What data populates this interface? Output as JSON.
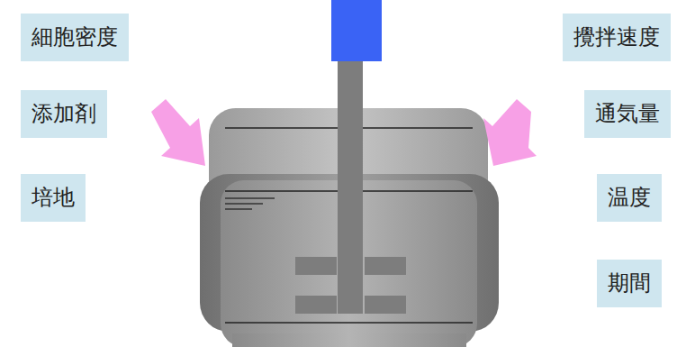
{
  "diagram": {
    "nodes": [
      {
        "text": [
          "細胞密度"
        ]
      },
      {
        "text": [
          "攪拌速度"
        ]
      },
      {
        "text": [
          "添加剤"
        ]
      },
      {
        "text": [
          "通気量"
        ]
      },
      {
        "text": [
          "培地"
        ]
      },
      {
        "text": [
          "温度"
        ]
      },
      {
        "text": [
          "期間"
        ]
      }
    ]
  }
}
